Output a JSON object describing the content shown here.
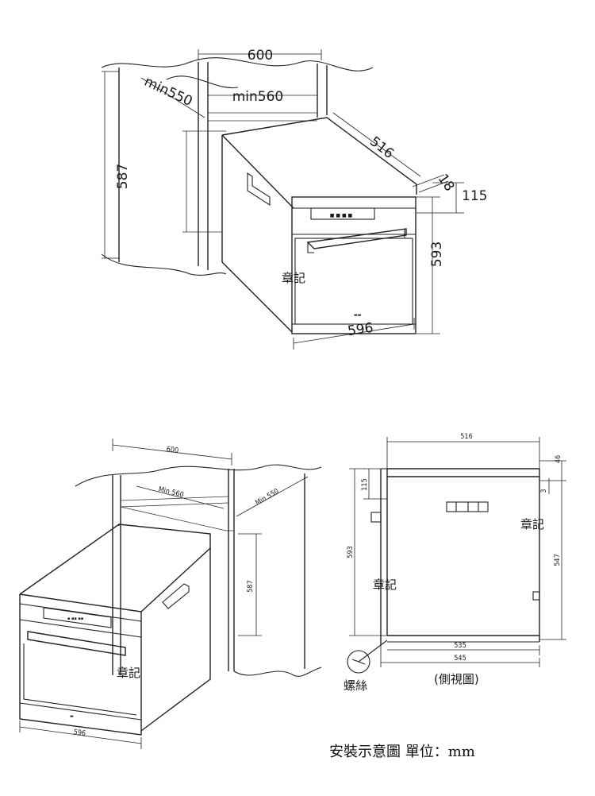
{
  "top_diagram": {
    "dim_width_600": "600",
    "dim_min560": "min560",
    "dim_min550": "min550",
    "dim_587": "587",
    "dim_516": "516",
    "dim_18": "18",
    "dim_115": "115",
    "dim_593": "593",
    "dim_596": "596",
    "stamp": "章記"
  },
  "bottom_left_diagram": {
    "dim_600": "600",
    "dim_min560": "Min 560",
    "dim_min550": "Min 550",
    "dim_587": "587",
    "dim_596": "596",
    "stamp": "章記"
  },
  "side_view": {
    "dim_516": "516",
    "dim_46": "46",
    "dim_115": "115",
    "dim_3": "3",
    "dim_593": "593",
    "dim_547": "547",
    "dim_535": "535",
    "dim_545": "545",
    "screw_label": "螺絲",
    "view_label": "(側視圖)",
    "stamp_right": "章記",
    "stamp_left": "章記"
  },
  "caption": "安裝示意圖 單位：mm"
}
